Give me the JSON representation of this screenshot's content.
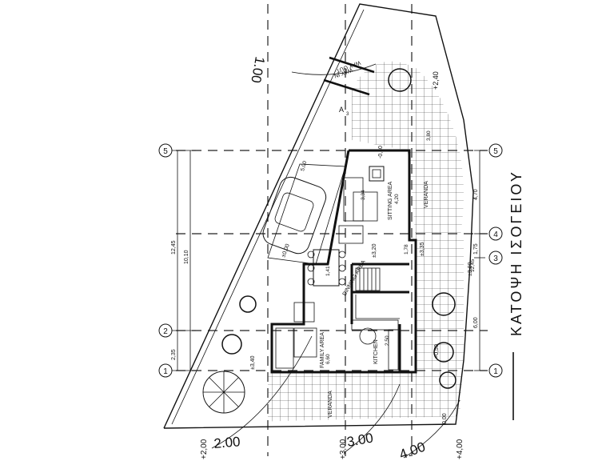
{
  "title": "ΚΑΤΟΨΗ ΙΣΟΓΕΙΟΥ",
  "rooms": {
    "sitting_area": "SITTING AREA",
    "dinning_area": "DINNING AREA",
    "family_area": "FAMILY AREA",
    "kitchen": "KITCHEN",
    "veranda_right": "VERANDA",
    "veranda_left": "VERANDA"
  },
  "entry_labels": {
    "way_in": "WAY IN",
    "way_out": "WAY OUT"
  },
  "grid_axes": [
    "1",
    "2",
    "3",
    "4",
    "5"
  ],
  "grid_axes_left": [
    "1",
    "2",
    "5"
  ],
  "dimensions_left": {
    "overall": "12,45",
    "inner": "10,10",
    "small": "2,35"
  },
  "dimensions_right": {
    "d1": "6,00",
    "d2": "1,75",
    "d3": "4,70"
  },
  "dimensions_interior": {
    "sitting_w": "4,20",
    "sitting_d": "3,34",
    "dinning_w": "1,41",
    "family_w": "6,60",
    "kitchen_w": "2,50",
    "carport_w": "5,00",
    "mid_a": "1,78",
    "mid_b": "12,45",
    "mid_c": "3,80"
  },
  "levels": {
    "l_minus_080": "-0,80",
    "l_000": "±0,00",
    "l_000_b": "0,00",
    "l_340_left": "±3,40",
    "l_320": "±3,20",
    "l_335": "±3,35",
    "l_300_right": "±3,00",
    "l_240": "+2,40",
    "l_200_bottom": "+2,00",
    "l_300_bottom": "+3,00",
    "l_400_bottom": "+4,00",
    "l_050": "+0,50"
  },
  "contours": {
    "c_100": "1.00",
    "c_200": "2.00",
    "c_300": "3.00",
    "c_400": "4.00"
  },
  "point_labels": {
    "a": "A",
    "a_index": "3"
  }
}
